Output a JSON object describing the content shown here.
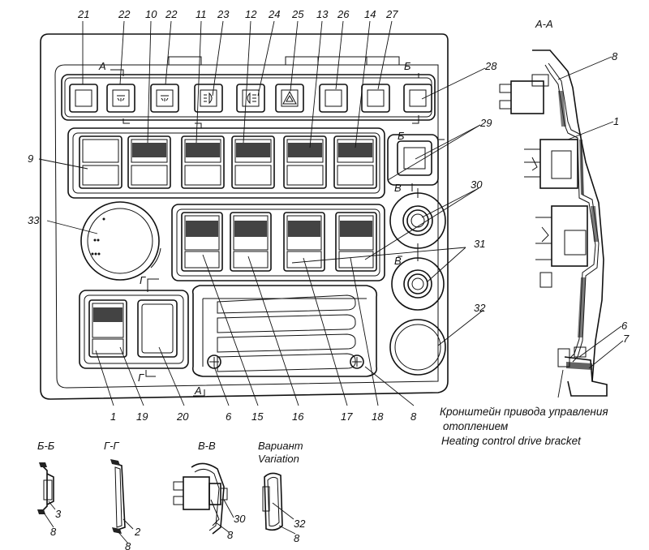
{
  "callouts": {
    "n21": "21",
    "n22a": "22",
    "n10": "10",
    "n22b": "22",
    "n11": "11",
    "n23": "23",
    "n12": "12",
    "n24": "24",
    "n25": "25",
    "n13": "13",
    "n26": "26",
    "n14": "14",
    "n27": "27",
    "n28": "28",
    "n29": "29",
    "n9": "9",
    "n30": "30",
    "n33": "33",
    "n31": "31",
    "n32": "32",
    "n1": "1",
    "n19": "19",
    "n20": "20",
    "n6": "6",
    "n15": "15",
    "n16": "16",
    "n17": "17",
    "n18": "18",
    "n8": "8"
  },
  "section_marks": {
    "a_top": "А",
    "b_top": "Б",
    "b_side": "Б",
    "v_top": "В",
    "v_bot": "В",
    "g_top": "Г",
    "g_bot": "Г",
    "a_bot": "А"
  },
  "side_view": {
    "title": "А-А",
    "n8": "8",
    "n1": "1",
    "n6": "6",
    "n7": "7"
  },
  "caption": {
    "ru_line1": "Кронштейн привода управления",
    "ru_line2": "отоплением",
    "en": "Heating control drive bracket"
  },
  "details": {
    "bb": {
      "title": "Б-Б",
      "n3": "3",
      "n8": "8"
    },
    "gg": {
      "title": "Г-Г",
      "n2": "2",
      "n8": "8"
    },
    "vv": {
      "title": "В-В",
      "n30": "30",
      "n8": "8"
    },
    "variant": {
      "title_ru": "Вариант",
      "title_en": "Variation",
      "n32": "32",
      "n8": "8"
    }
  }
}
